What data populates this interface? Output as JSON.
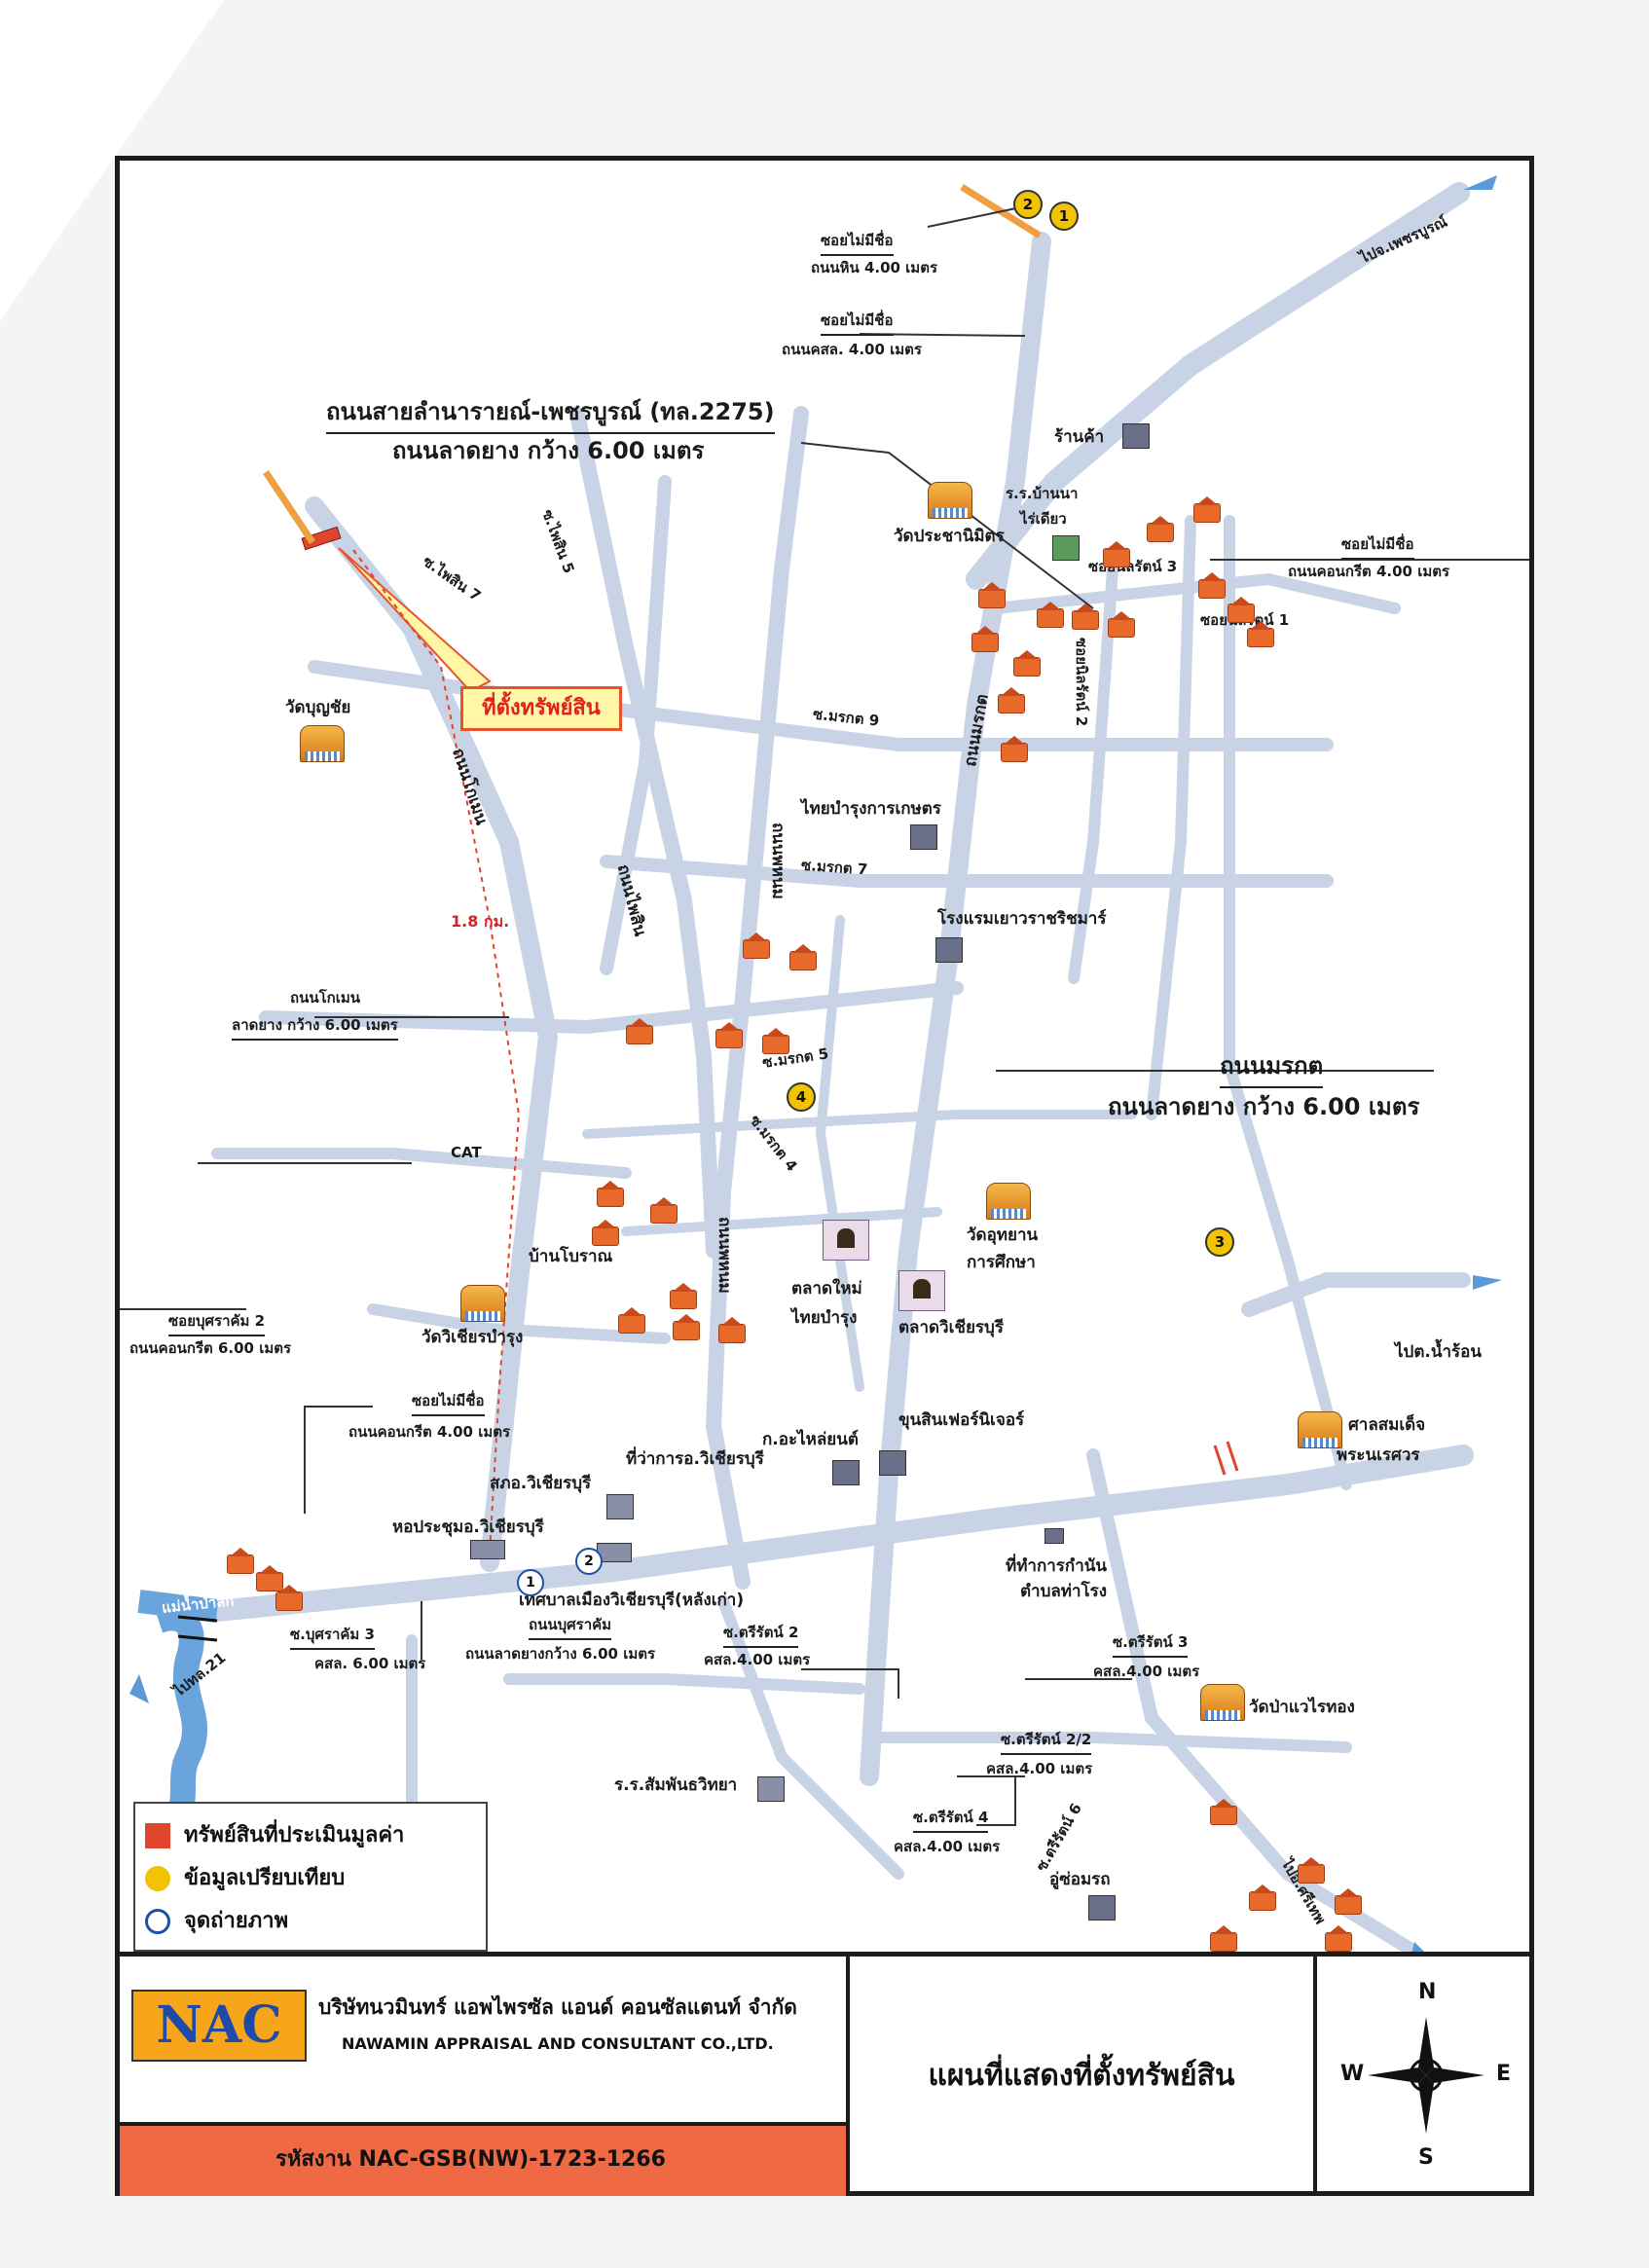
{
  "roads_labels": {
    "soi_no_name_1": "ซอยไม่มีชื่อ",
    "soi_no_name_1_sub": "ถนนหิน 4.00 เมตร",
    "soi_no_name_2": "ซอยไม่มีชื่อ",
    "soi_no_name_2_sub": "ถนนคสล. 4.00 เมตร",
    "main_road_title": "ถนนสายลำนารายณ์-เพชรบูรณ์ (ทล.2275)",
    "main_road_sub": "ถนนลาดยาง กว้าง 6.00 เมตร",
    "to_phetchabun": "ไปจ.เพชรบูรณ์",
    "shop": "ร้านค้า",
    "school_banna": "ร.ร.บ้านนา",
    "school_raidiao": "ไร่เดียว",
    "wat_prachanimit": "วัดประชานิมิตร",
    "soi_no_name_3": "ซอยไม่มีชื่อ",
    "soi_no_name_3_sub": "ถนนคอนกรีต 4.00 เมตร",
    "soi_nilrat_3": "ซอยนิลรัตน์ 3",
    "soi_nilrat_1": "ซอยนิลรัตน์ 1",
    "soi_nilrat_2": "ซอยนิลรัตน์ 2",
    "soi_phaisin_5": "ซ.ไพสิน 5",
    "soi_phaisin_7": "ซ.ไพสิน 7",
    "subject_location": "ที่ตั้งทรัพย์สิน",
    "wat_bunchai": "วัดบุญชัย",
    "soi_morakot_9": "ซ.มรกต 9",
    "road_komen": "ถนนโกเมน",
    "road_phaisin": "ถนนไพสิน",
    "road_nilmahai": "ถนนพหนม",
    "road_morakot": "ถนนมรกต",
    "thai_bamrung_kaset": "ไทยบำรุงการเกษตร",
    "soi_morakot_7": "ซ.มรกต 7",
    "hotel": "โรงแรมเยาวราชริชมาร์",
    "distance": "1.8 กม.",
    "komen_label": "ถนนโกเมน",
    "komen_sub": "ลาดยาง กว้าง 6.00 เมตร",
    "soi_morakot_5": "ซ.มรกต 5",
    "morakot_title": "ถนนมรกต",
    "morakot_sub": "ถนนลาดยาง กว้าง 6.00 เมตร",
    "cat": "CAT",
    "soi_morakot_4": "ซ.มรกต 4",
    "wat_uthayan_1": "วัดอุทยาน",
    "wat_uthayan_2": "การศึกษา",
    "ban_boran": "บ้านโบราณ",
    "market_new_1": "ตลาดใหม่",
    "market_new_2": "ไทยบำรุง",
    "market_wichian": "ตลาดวิเชียรบุรี",
    "road_ph": "ถนนพหนม",
    "soi_butsarakham_2": "ซอยบุศราคัม 2",
    "soi_butsarakham_2_sub": "ถนนคอนกรีต 6.00 เมตร",
    "wat_wichian": "วัดวิเชียรบำรุง",
    "to_namron": "ไปต.น้ำร้อน",
    "soi_no_name_4": "ซอยไม่มีชื่อ",
    "soi_no_name_4_sub": "ถนนคอนกรีต 4.00 เมตร",
    "district_office": "ที่ว่าการอ.วิเชียรบุรี",
    "auto_parts": "ก.อะไหล่ยนต์",
    "furniture": "ขุนสินเฟอร์นิเจอร์",
    "shrine_1": "ศาลสมเด็จ",
    "shrine_2": "พระนเรศวร",
    "sko": "สภอ.วิเชียรบุรี",
    "meeting_hall": "หอประชุมอ.วิเชียรบุรี",
    "municipality": "เทศบาลเมืองวิเชียรบุรี(หลังเก่า)",
    "river": "แม่น้ำป่าสัก",
    "to_highway21": "ไปทล.21",
    "butsarakham_label": "ถนนบุศราคัม",
    "butsarakham_sub": "ถนนลาดยางกว้าง 6.00 เมตร",
    "soi_butsarakham_3": "ซ.บุศราคัม 3",
    "soi_butsarakham_3_sub": "คสล. 6.00 เมตร",
    "soi_trirat_2": "ซ.ตรีรัตน์ 2",
    "soi_trirat_2_sub": "คสล.4.00 เมตร",
    "kamnan_office_1": "ที่ทำการกำนัน",
    "kamnan_office_2": "ตำบลท่าโรง",
    "soi_trirat_3": "ซ.ตรีรัตน์ 3",
    "soi_trirat_3_sub": "คสล.4.00 เมตร",
    "wat_pa": "วัดป่าแวไรทอง",
    "soi_trirat_22": "ซ.ตรีรัตน์ 2/2",
    "soi_trirat_22_sub": "คสล.4.00 เมตร",
    "school_samphan": "ร.ร.สัมพันธวิทยา",
    "soi_trirat_4": "ซ.ตรีรัตน์ 4",
    "soi_trirat_4_sub": "คสล.4.00 เมตร",
    "soi_trirat_6": "ซ.ตรีรัตน์ 6",
    "garage": "อู่ซ่อมรถ",
    "to_sithep": "ไปอ.ศรีเทพ"
  },
  "markers": {
    "m1": "1",
    "m2": "2",
    "m3": "3",
    "m4": "4"
  },
  "photo_points": {
    "p1": "1",
    "p2": "2"
  },
  "legend": {
    "subject": "ทรัพย์สินที่ประเมินมูลค่า",
    "comparison": "ข้อมูลเปรียบเทียบ",
    "photo": "จุดถ่ายภาพ"
  },
  "footer": {
    "logo": "NAC",
    "company_th": "บริษัทนวมินทร์ แอพไพรซัล แอนด์ คอนซัลแตนท์ จำกัด",
    "company_en": "NAWAMIN APPRAISAL AND CONSULTANT CO.,LTD.",
    "code": "รหัสงาน  NAC-GSB(NW)-1723-1266",
    "title": "แผนที่แสดงที่ตั้งทรัพย์สิน",
    "compass": {
      "n": "N",
      "s": "S",
      "e": "E",
      "w": "W"
    }
  },
  "colors": {
    "road": "#c9d3e6",
    "river": "#6aa4dc",
    "subject": "#e0452e",
    "marker": "#f2c300",
    "code_bar": "#ef6a44",
    "logo_bg": "#f7a51a"
  }
}
